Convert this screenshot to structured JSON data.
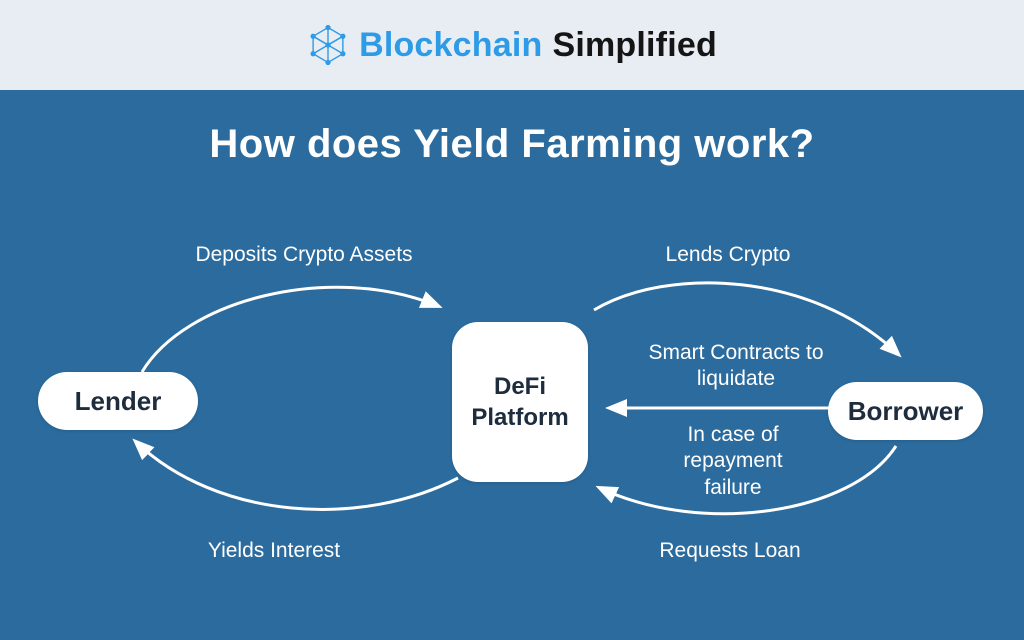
{
  "header": {
    "logo_icon": "blockchain-network-icon",
    "brand_primary": "Blockchain",
    "brand_secondary": "Simplified"
  },
  "diagram": {
    "title": "How does Yield Farming work?",
    "nodes": {
      "lender": "Lender",
      "platform_line1": "DeFi",
      "platform_line2": "Platform",
      "borrower": "Borrower"
    },
    "edge_labels": {
      "deposits": "Deposits Crypto Assets",
      "lends": "Lends Crypto",
      "smart_contracts": "Smart Contracts to liquidate",
      "repayment": "In case of repayment failure",
      "yields": "Yields Interest",
      "requests": "Requests Loan"
    },
    "colors": {
      "background": "#2b6b9d",
      "header_background": "#e8edf4",
      "brand_blue": "#2e9be6",
      "brand_dark": "#151515",
      "node_background": "#ffffff",
      "node_text": "#1d2d3e",
      "arrow": "#ffffff",
      "title_text": "#ffffff"
    }
  }
}
